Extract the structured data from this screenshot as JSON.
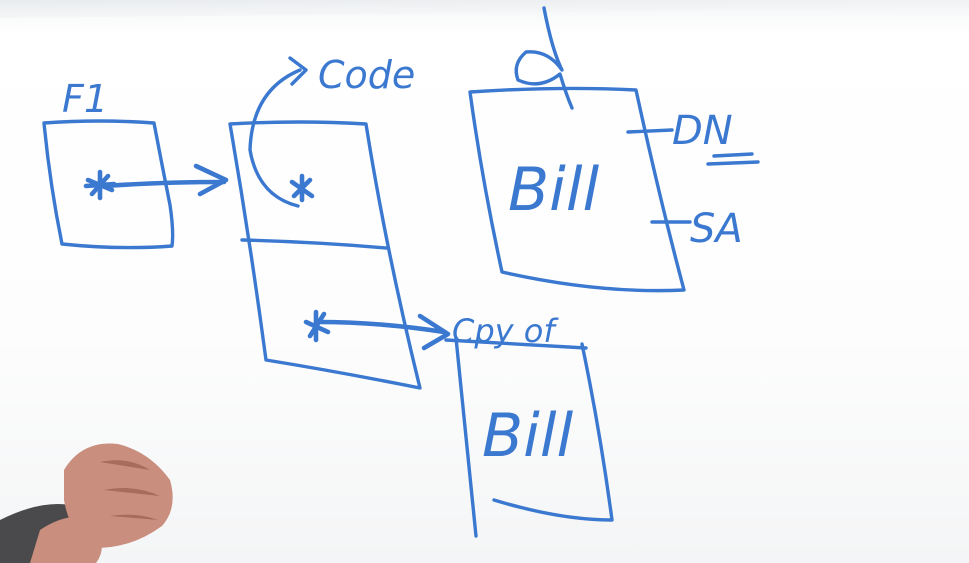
{
  "labels": {
    "f1": "F1",
    "code": "Code",
    "bill_original": "Bill",
    "dn": "DN",
    "sa": "SA",
    "copy_of": "Cpy of",
    "bill_copy": "Bill"
  },
  "colors": {
    "marker": "#3b78d0",
    "board": "#ffffff",
    "skin": "#c98e7d",
    "sleeve": "#4a4a4c"
  },
  "icons": {
    "pointer_star": "asterisk",
    "arrow": "arrow-right"
  }
}
